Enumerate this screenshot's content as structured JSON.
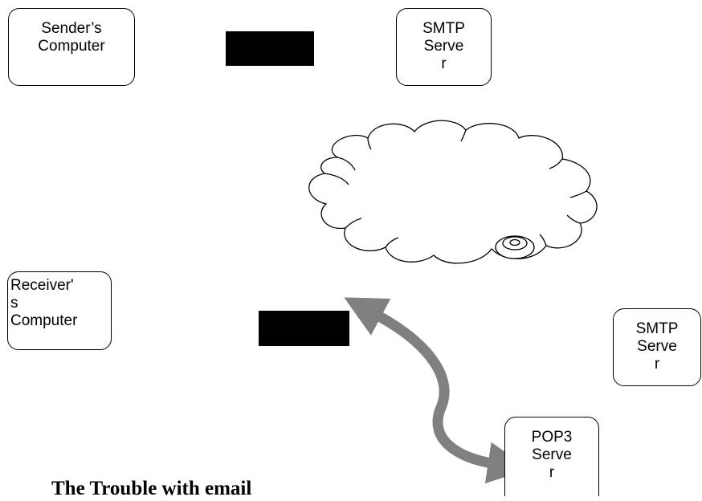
{
  "nodes": {
    "sender_computer": "Sender’s\nComputer",
    "smtp_server_top": "SMTP\nServe\nr",
    "receiver_computer": "Receiver'\ns\nComputer",
    "smtp_server_right": "SMTP\nServe\nr",
    "pop3_server": "POP3\nServe\nr"
  },
  "caption": "The Trouble with email",
  "colors": {
    "arrow": "#808080",
    "stroke": "#000000",
    "redaction": "#000000"
  },
  "icons": [
    "cloud-icon",
    "disc-icon"
  ]
}
